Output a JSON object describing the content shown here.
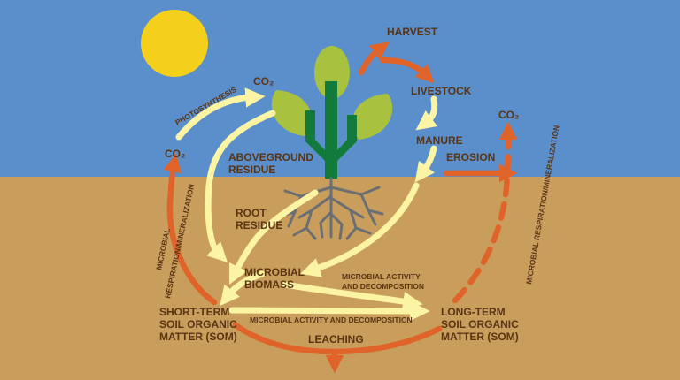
{
  "colors": {
    "sky": "#5b8fcc",
    "soil": "#c99e5c",
    "sun": "#f4cf1c",
    "leaf": "#a8c240",
    "stem": "#127a3a",
    "roots": "#6b6f73",
    "carbon_flow_arrow": "#fbf4a2",
    "carbon_loss_arrow": "#e0642a",
    "label_text": "#5a3413"
  },
  "labels": {
    "harvest": "HARVEST",
    "livestock": "LIVESTOCK",
    "manure": "MANURE",
    "erosion": "EROSION",
    "co2": "CO₂",
    "photosynthesis": "PHOTOSYNTHESIS",
    "aboveground_residue_1": "ABOVEGROUND",
    "aboveground_residue_2": "RESIDUE",
    "root_residue_1": "ROOT",
    "root_residue_2": "RESIDUE",
    "microbial_biomass_1": "MICROBIAL",
    "microbial_biomass_2": "BIOMASS",
    "microbial_activity_1": "MICROBIAL ACTIVITY",
    "microbial_activity_2": "AND DECOMPOSITION",
    "microbial_activity_bottom": "MICROBIAL ACTIVITY AND DECOMPOSITION",
    "short_term_som_1": "SHORT-TERM",
    "short_term_som_2": "SOIL ORGANIC",
    "short_term_som_3": "MATTER (SOM)",
    "long_term_som_1": "LONG-TERM",
    "long_term_som_2": "SOIL ORGANIC",
    "long_term_som_3": "MATTER (SOM)",
    "leaching": "LEACHING",
    "left_resp_1": "MICROBIAL",
    "left_resp_2": "RESPIRATION/MINERALIZATION",
    "right_resp": "MICROBIAL RESPIRATION/MINERALIZATION"
  }
}
